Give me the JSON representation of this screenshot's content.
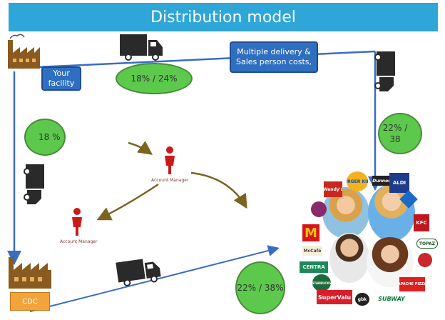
{
  "title": "Distribution model",
  "nodes": {
    "facility": "Your facility",
    "delivery_costs": "Multiple delivery & Sales person costs,",
    "cdc": "CDC"
  },
  "percent_labels": {
    "top_route": "18% / 24%",
    "left": "18 %",
    "right": "22% / 38",
    "bottom": "22% / 38%"
  },
  "account_manager": "Account Manager",
  "brands": {
    "burger_king": "BURGER KING",
    "wendys": "Wendy's",
    "dunnes": "Dunnes",
    "aldi": "ALDI",
    "dominos": "",
    "kfc": "KFC",
    "topaz": "TOPAZ",
    "mcdonalds": "M",
    "mccafe": "McCafé",
    "centra": "CENTRA",
    "starbucks": "STARBUCKS",
    "supervalu": "SuperValu",
    "subway": "SUBWAY",
    "gbk": "gbk",
    "apache": "APACHE PIZZA",
    "costa": "",
    "red_round": ""
  },
  "colors": {
    "title_bg": "#2ea6d8",
    "flow_line": "#3a6cc4",
    "manager_arrow": "#7a6420",
    "green_circle": "#5cc94d",
    "blue_box": "#2f6fc2",
    "orange_box": "#f2a33a",
    "factory": "#8a5a1e"
  }
}
